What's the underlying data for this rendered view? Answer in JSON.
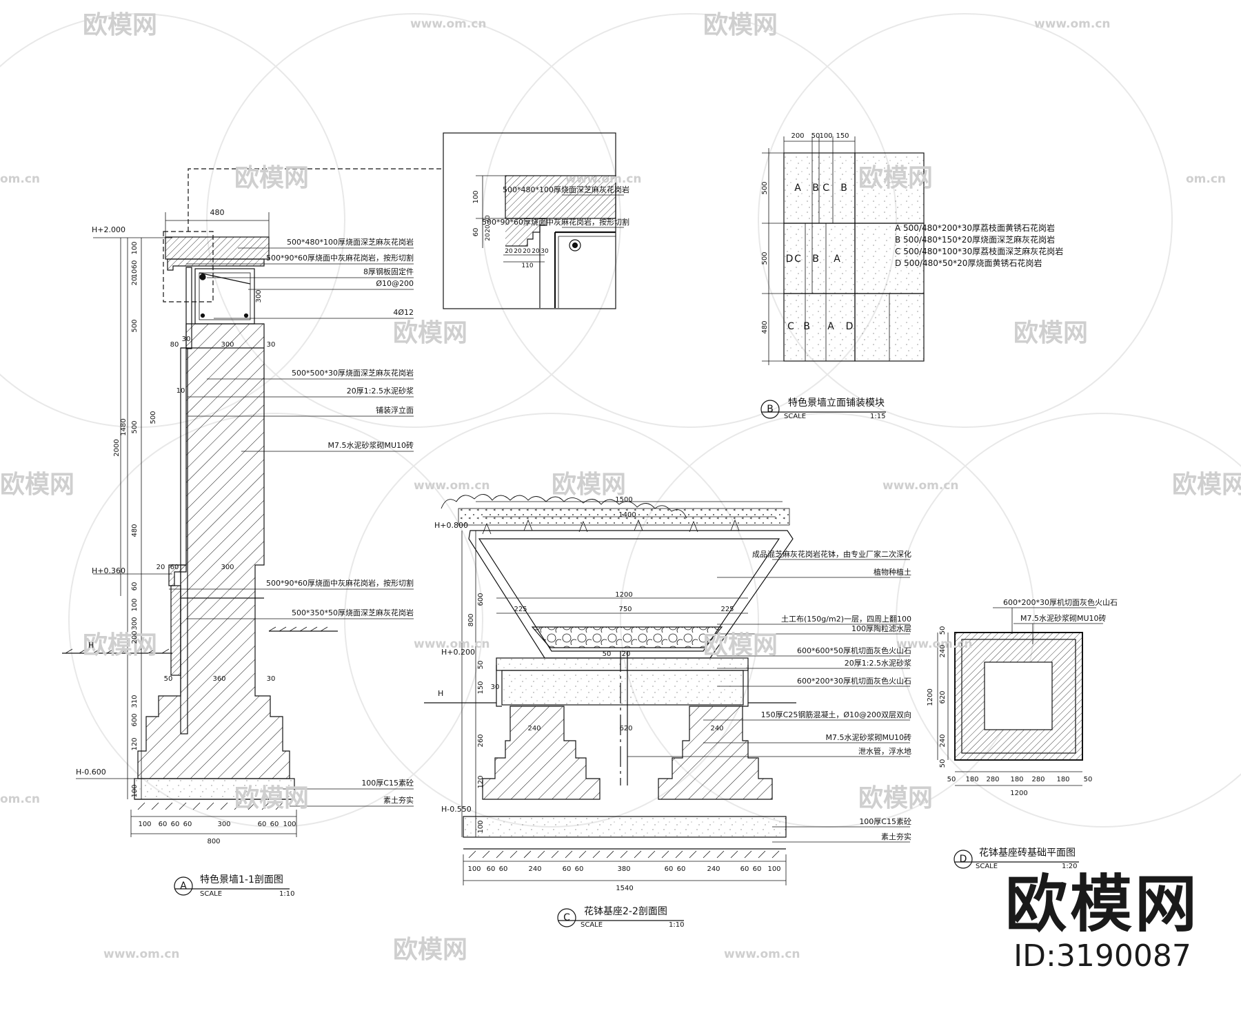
{
  "watermarks": {
    "site_text": "欧模网",
    "url_text": "www.om.cn",
    "url_fragment": "om.cn",
    "partial_text": "欧模网"
  },
  "brand": {
    "logo_text": "欧模网",
    "id_text": "ID:3190087"
  },
  "drawing_a": {
    "title": "特色景墙1-1剖面图",
    "marker": "A",
    "scale_label": "SCALE",
    "scale_value": "1:10",
    "levels": {
      "top": "H+2.000",
      "mid": "H+0.360",
      "ground": "H",
      "bottom": "H-0.600"
    },
    "top_width": "480",
    "dims_left": [
      "100",
      "60",
      "10",
      "20",
      "500",
      "500",
      "500",
      "480",
      "60",
      "100",
      "300",
      "200",
      "310",
      "600",
      "120",
      "100"
    ],
    "dims_outer": [
      "1480",
      "2000"
    ],
    "dims_inner": [
      "80",
      "30",
      "300",
      "30",
      "20",
      "60",
      "300",
      "50",
      "360",
      "30",
      "10",
      "300"
    ],
    "dims_bottom": [
      "100",
      "60",
      "60",
      "60",
      "300",
      "60",
      "60",
      "100"
    ],
    "dim_total": "800",
    "notes": [
      "500*480*100厚烧面深芝麻灰花岗岩",
      "500*90*60厚烧面中灰麻花岗岩，按形切割",
      "8厚钢板固定件",
      "Ø10@200",
      "4Ø12",
      "500*500*30厚烧面深芝麻灰花岗岩",
      "20厚1:2.5水泥砂浆",
      "铺装浮立面",
      "M7.5水泥砂浆砌MU10砖",
      "500*90*60厚烧面中灰麻花岗岩，按形切割",
      "500*350*50厚烧面深芝麻灰花岗岩",
      "100厚C15素砼",
      "素土夯实"
    ]
  },
  "detail": {
    "notes": [
      "500*480*100厚烧面深芝麻灰花岗岩",
      "500*90*60厚烧面中灰麻花岗岩，按形切割"
    ],
    "dims_v": [
      "100",
      "60",
      "20",
      "20",
      "20"
    ],
    "dims_h": [
      "20",
      "20",
      "20",
      "20",
      "30"
    ],
    "dim_110": "110"
  },
  "drawing_b": {
    "title": "特色景墙立面铺装模块",
    "marker": "B",
    "scale_label": "SCALE",
    "scale_value": "1:15",
    "dims_top": [
      "200",
      "50",
      "100",
      "150"
    ],
    "dims_left": [
      "500",
      "500",
      "480"
    ],
    "row1": [
      "A",
      "B",
      "C",
      "B"
    ],
    "row2": [
      "D",
      "C",
      "B",
      "A"
    ],
    "row3": [
      "C",
      "B",
      "A",
      "D"
    ],
    "legend": [
      "A  500/480*200*30厚荔枝面黄锈石花岗岩",
      "B  500/480*150*20厚烧面深芝麻灰花岗岩",
      "C  500/480*100*30厚荔枝面深芝麻灰花岗岩",
      "D  500/480*50*20厚烧面黄锈石花岗岩"
    ]
  },
  "drawing_c": {
    "title": "花钵基座2-2剖面图",
    "marker": "C",
    "scale_label": "SCALE",
    "scale_value": "1:10",
    "levels": {
      "top": "H+0.800",
      "mid": "H+0.200",
      "ground": "H",
      "bottom": "H-0.550"
    },
    "dims_top": [
      "1500",
      "1400"
    ],
    "dims_mid": [
      "1200",
      "225",
      "750",
      "225"
    ],
    "dims_left": [
      "600",
      "800",
      "50",
      "150",
      "30",
      "260",
      "120",
      "100"
    ],
    "dims_inner": [
      "50",
      "20",
      "240",
      "620",
      "240"
    ],
    "dims_bottom": [
      "100",
      "60",
      "60",
      "240",
      "60",
      "60",
      "380",
      "60",
      "60",
      "240",
      "60",
      "60",
      "100"
    ],
    "dim_total": "1540",
    "notes": [
      "成品混芝麻灰花岗岩花钵，由专业厂家二次深化",
      "植物种植土",
      "土工布(150g/m2)一层，四周上翻100",
      "100厚陶粒滤水层",
      "600*600*50厚机切面灰色火山石",
      "20厚1:2.5水泥砂浆",
      "600*200*30厚机切面灰色火山石",
      "150厚C25钢筋混凝土，Ø10@200双层双向",
      "M7.5水泥砂浆砌MU10砖",
      "泄水管，浮水地",
      "100厚C15素砼",
      "素土夯实"
    ]
  },
  "drawing_d": {
    "title": "花钵基座砖基础平面图",
    "marker": "D",
    "scale_label": "SCALE",
    "scale_value": "1:20",
    "notes": [
      "600*200*30厚机切面灰色火山石",
      "M7.5水泥砂浆砌MU10砖"
    ],
    "dims_left": [
      "50",
      "240",
      "620",
      "240",
      "50"
    ],
    "dim_left_total": "1200",
    "dims_bottom": [
      "50",
      "180",
      "280",
      "180",
      "280",
      "180",
      "50"
    ],
    "dim_bottom_total": "1200"
  }
}
